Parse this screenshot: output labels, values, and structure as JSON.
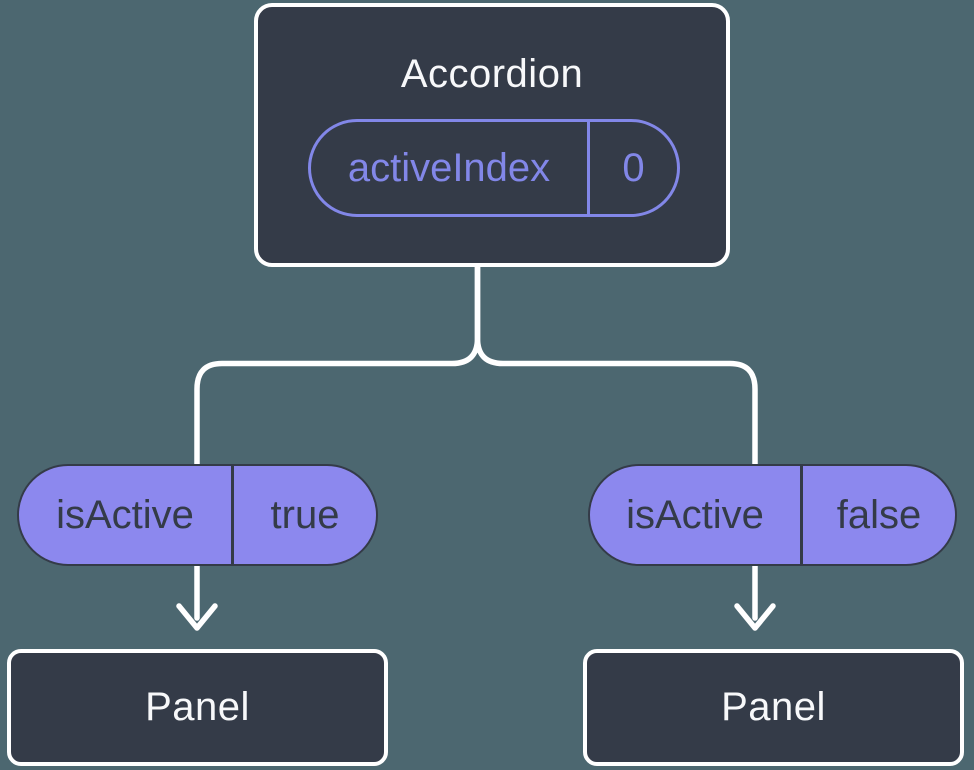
{
  "colors": {
    "background": "#4C6770",
    "node_fill": "#343B48",
    "node_border": "#FFFFFF",
    "pill_fill_purple": "#8C88EE",
    "purple_accent": "#8287E8",
    "connector": "#FFFFFF",
    "title_text": "#F7F8FA"
  },
  "tree": {
    "root": {
      "title": "Accordion",
      "prop": {
        "name": "activeIndex",
        "value": "0"
      }
    },
    "branches": [
      {
        "prop": {
          "name": "isActive",
          "value": "true"
        },
        "child": {
          "title": "Panel"
        }
      },
      {
        "prop": {
          "name": "isActive",
          "value": "false"
        },
        "child": {
          "title": "Panel"
        }
      }
    ]
  }
}
